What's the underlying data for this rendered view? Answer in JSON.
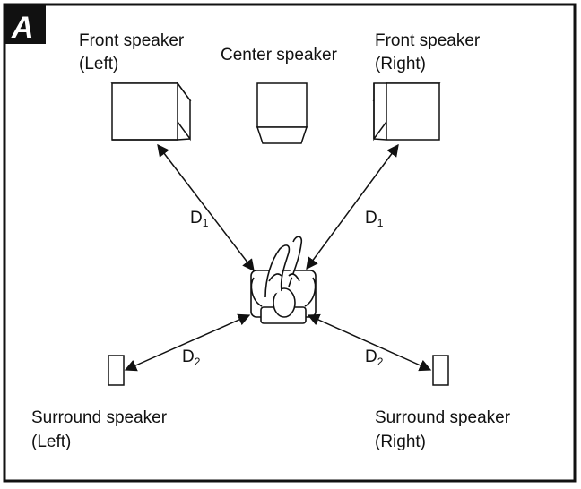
{
  "figure": {
    "badge": "A"
  },
  "speakers": {
    "front_left": {
      "line1": "Front speaker",
      "line2": "(Left)"
    },
    "center": {
      "line1": "Center speaker"
    },
    "front_right": {
      "line1": "Front speaker",
      "line2": "(Right)"
    },
    "surround_left": {
      "line1": "Surround speaker",
      "line2": "(Left)"
    },
    "surround_right": {
      "line1": "Surround speaker",
      "line2": "(Right)"
    }
  },
  "distances": {
    "front_left": {
      "main": "D",
      "sub": "1"
    },
    "front_right": {
      "main": "D",
      "sub": "1"
    },
    "surround_left": {
      "main": "D",
      "sub": "2"
    },
    "surround_right": {
      "main": "D",
      "sub": "2"
    }
  }
}
